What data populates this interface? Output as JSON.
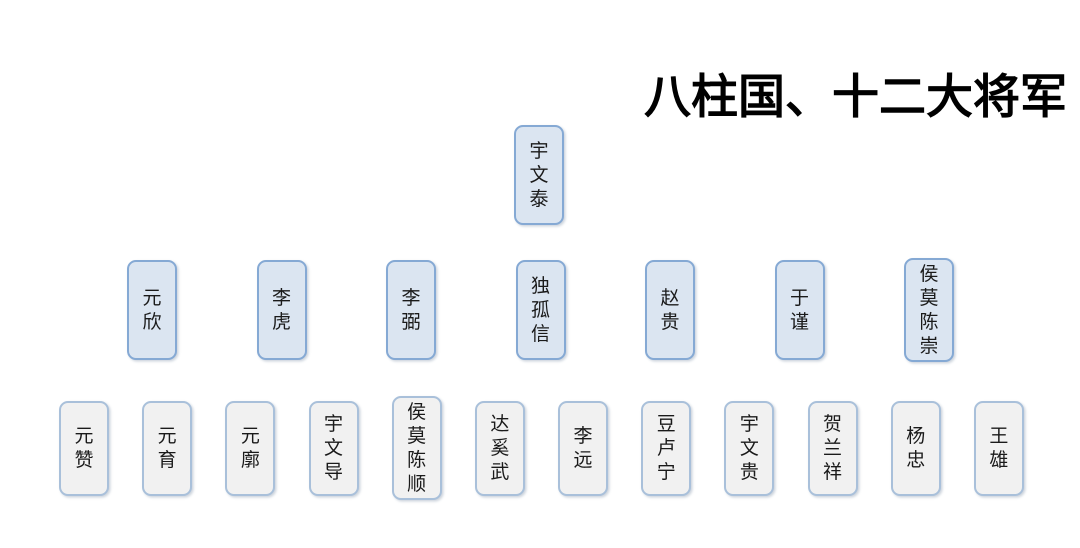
{
  "title": "八柱国、十二大将军",
  "org": {
    "leader": {
      "name": "宇文泰"
    },
    "pillars": [
      {
        "name": "元欣"
      },
      {
        "name": "李虎"
      },
      {
        "name": "李弼"
      },
      {
        "name": "独孤信"
      },
      {
        "name": "赵贵"
      },
      {
        "name": "于谨"
      },
      {
        "name": "侯莫陈崇"
      }
    ],
    "generals": [
      {
        "name": "元赞"
      },
      {
        "name": "元育"
      },
      {
        "name": "元廓"
      },
      {
        "name": "宇文导"
      },
      {
        "name": "侯莫陈顺"
      },
      {
        "name": "达奚武"
      },
      {
        "name": "李远"
      },
      {
        "name": "豆卢宁"
      },
      {
        "name": "宇文贵"
      },
      {
        "name": "贺兰祥"
      },
      {
        "name": "杨忠"
      },
      {
        "name": "王雄"
      }
    ]
  },
  "colors": {
    "title_color": "#000000",
    "pillar_fill": "#dbe5f1",
    "pillar_border": "#85a9d4",
    "general_fill": "#f1f1f1",
    "general_border": "#a9c0da"
  }
}
